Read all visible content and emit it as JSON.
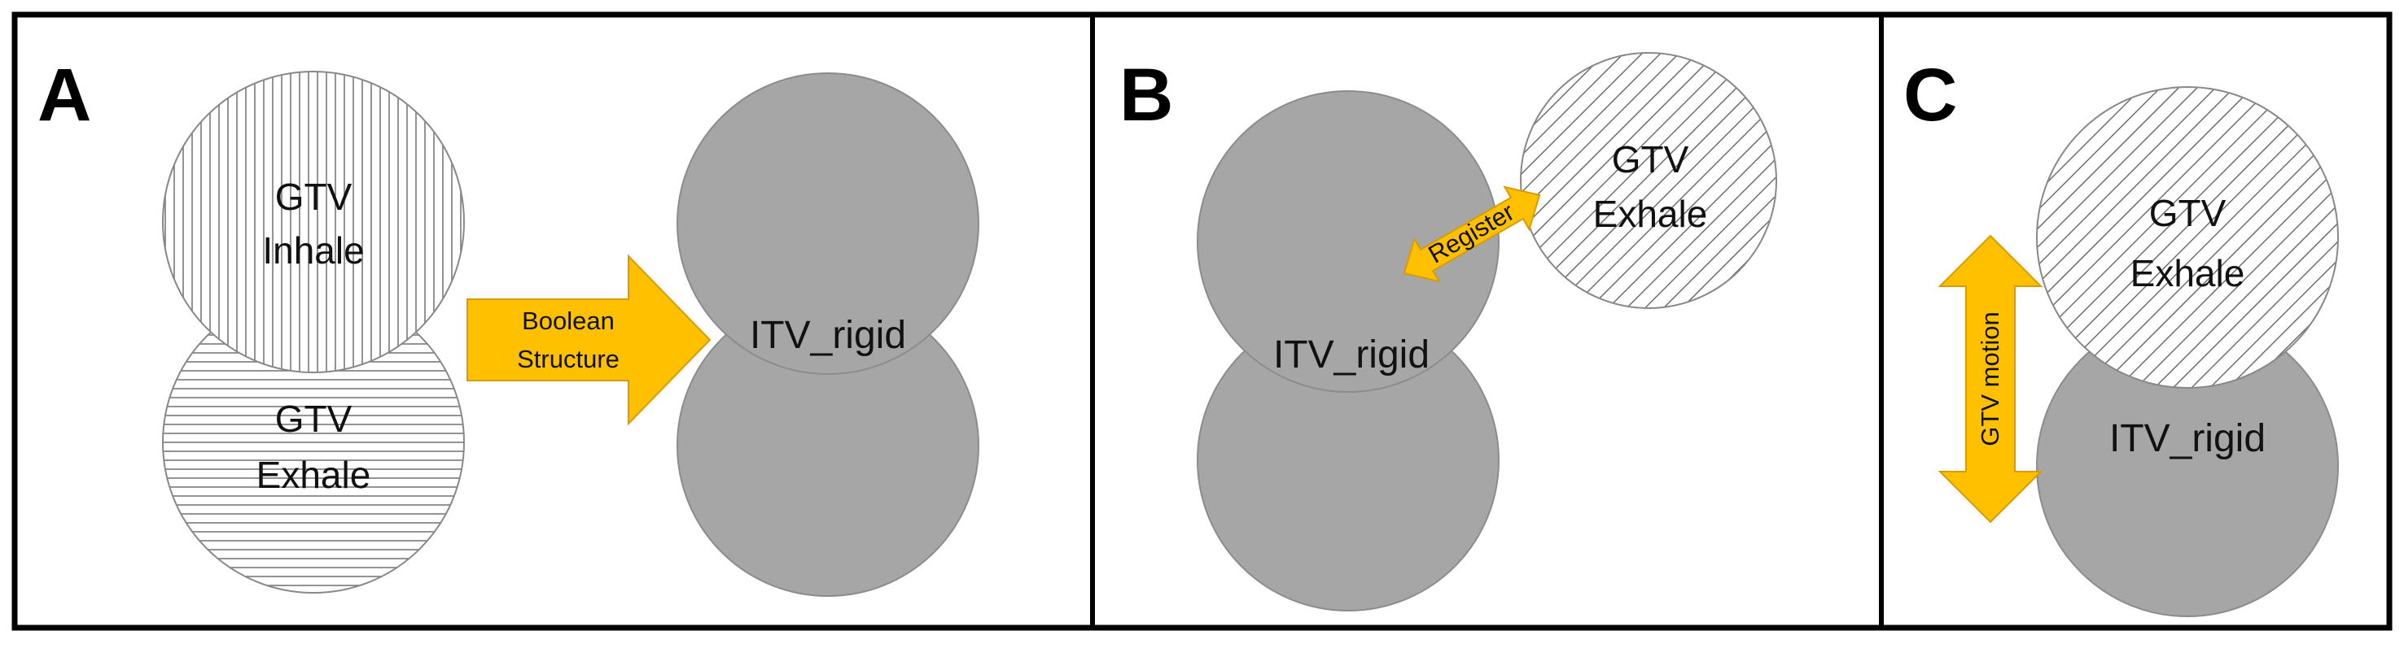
{
  "panels": [
    {
      "letter": "A",
      "gtv_inhale": [
        "GTV",
        "Inhale"
      ],
      "gtv_exhale": [
        "GTV",
        "Exhale"
      ],
      "arrow_label": [
        "Boolean",
        "Structure"
      ],
      "itv_label": "ITV_rigid"
    },
    {
      "letter": "B",
      "itv_label": "ITV_rigid",
      "gtv_exhale": [
        "GTV",
        "Exhale"
      ],
      "arrow_label": "Register"
    },
    {
      "letter": "C",
      "gtv_exhale": [
        "GTV",
        "Exhale"
      ],
      "itv_label": "ITV_rigid",
      "arrow_label": "GTV motion"
    }
  ],
  "colors": {
    "itv_fill": "#a6a6a6",
    "arrow_fill": "#ffc000",
    "arrow_stroke": "#d99b00",
    "frame": "#000000"
  }
}
